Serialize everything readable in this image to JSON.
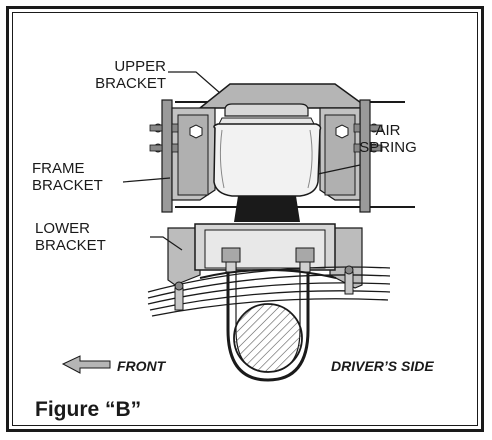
{
  "labels": {
    "upper_bracket": "UPPER\nBRACKET",
    "frame_bracket": "FRAME\nBRACKET",
    "lower_bracket": "LOWER\nBRACKET",
    "air_spring": "AIR\nSPRING",
    "front": "FRONT",
    "drivers_side": "DRIVER’S SIDE"
  },
  "figure_title": "Figure “B”"
}
